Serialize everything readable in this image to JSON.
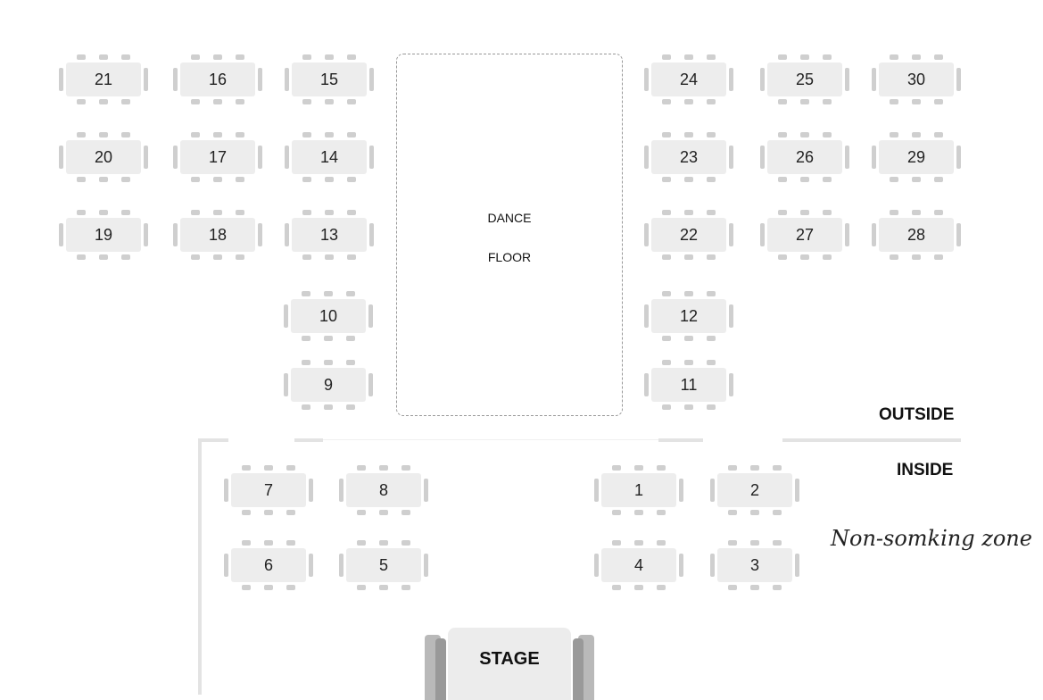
{
  "dance_floor": {
    "line1": "DANCE",
    "line2": "FLOOR"
  },
  "zones": {
    "outside": "OUTSIDE",
    "inside": "INSIDE",
    "non_smoking": "Non-somking zone"
  },
  "stage": "STAGE",
  "tables": [
    "21",
    "16",
    "15",
    "24",
    "25",
    "30",
    "20",
    "17",
    "14",
    "23",
    "26",
    "29",
    "19",
    "18",
    "13",
    "22",
    "27",
    "28",
    "10",
    "12",
    "9",
    "11",
    "7",
    "8",
    "1",
    "2",
    "6",
    "5",
    "4",
    "3"
  ]
}
